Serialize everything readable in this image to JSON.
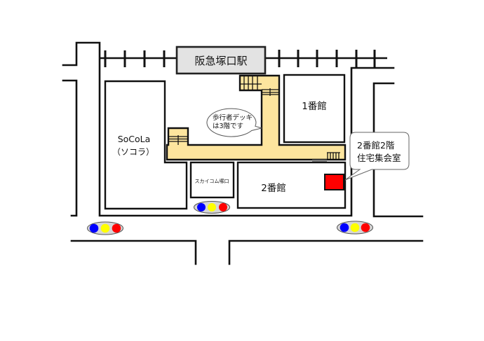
{
  "station": {
    "label": "阪急塚口駅"
  },
  "buildings": {
    "socola": {
      "name": "SoCoLa",
      "reading": "（ソコラ）"
    },
    "building1": {
      "label": "1番館"
    },
    "building2": {
      "label": "2番館"
    },
    "skycom": {
      "label": "スカイコム塚口"
    }
  },
  "deck_bubble": {
    "line1": "歩行者デッキ",
    "line2": "は3階です"
  },
  "callout": {
    "line1": "2番館2階",
    "line2": "住宅集会室"
  },
  "traffic_lights": [
    {
      "name": "traffic-light-southwest"
    },
    {
      "name": "traffic-light-center"
    },
    {
      "name": "traffic-light-southeast"
    }
  ],
  "colors": {
    "deck": "#fde59e",
    "station_fill": "#e3e3e3",
    "meeting_room_marker": "#ff0000",
    "signal_oval": "#d6d6d6",
    "signal_blue": "#0000ff",
    "signal_yellow": "#ffff00",
    "signal_red": "#ff0000"
  }
}
